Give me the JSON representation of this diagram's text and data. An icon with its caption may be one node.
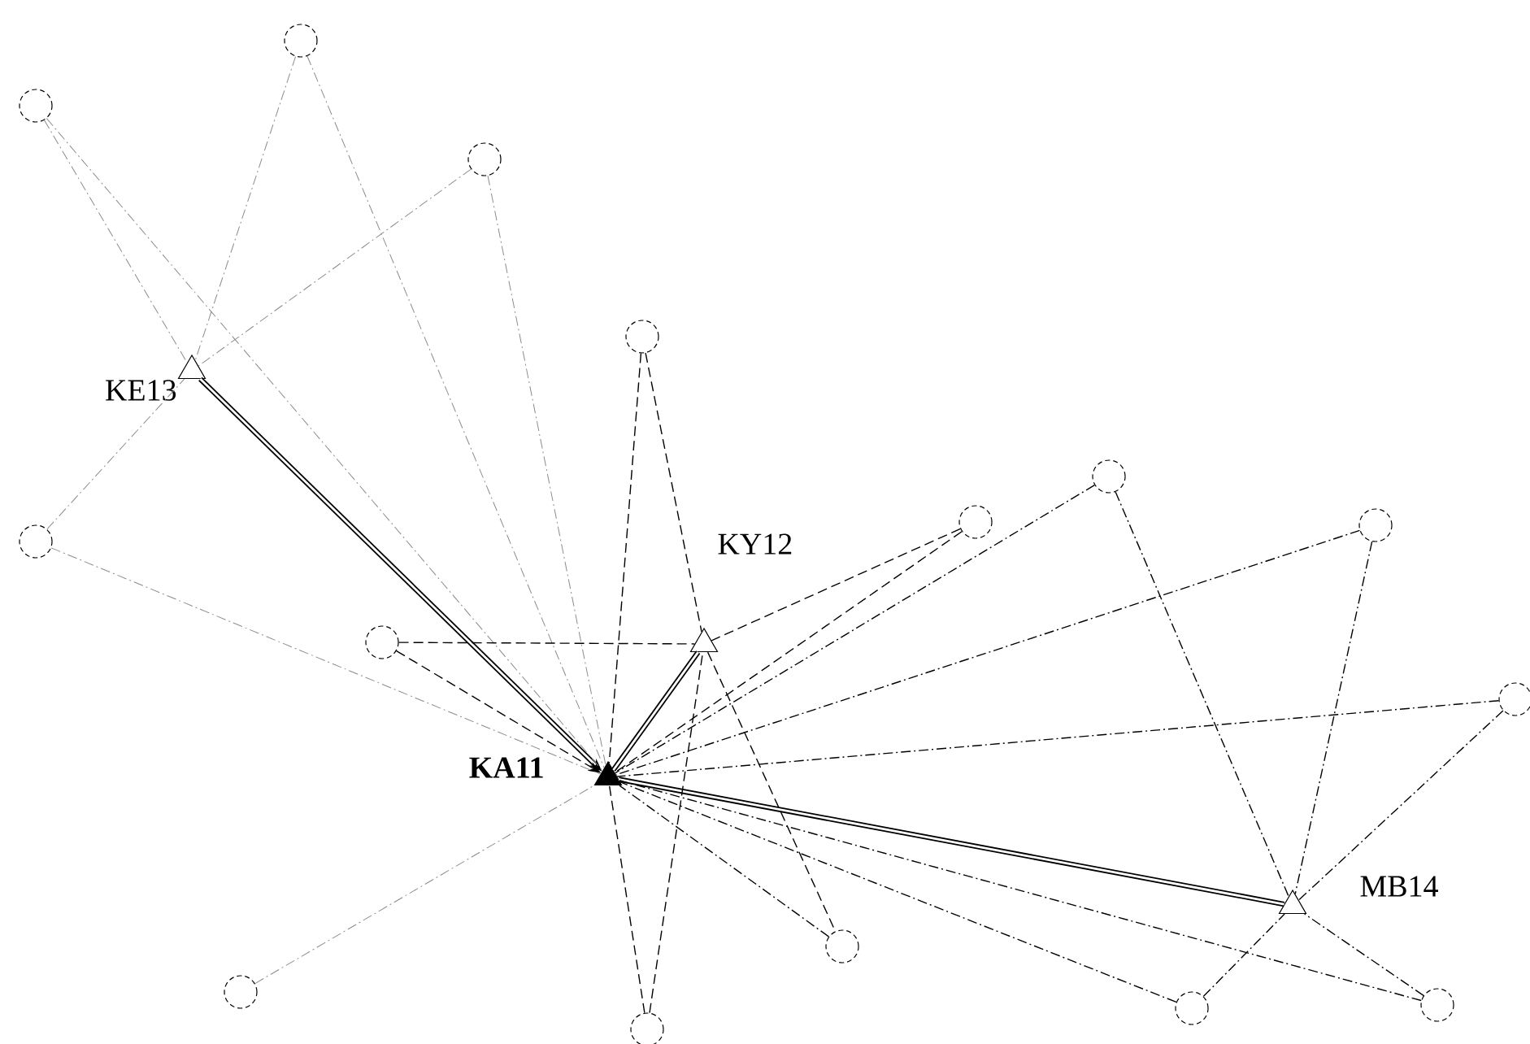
{
  "diagram": {
    "nodes": [
      {
        "text": [],
        "shape": "circle"
      },
      {
        "text": [],
        "shape": "circle"
      },
      {
        "text": [],
        "shape": "circle"
      },
      {
        "text": [],
        "shape": "circle"
      },
      {
        "text": [
          "KE13"
        ]
      },
      {
        "text": [],
        "shape": "circle"
      },
      {
        "text": [],
        "shape": "circle"
      },
      {
        "text": [],
        "shape": "circle"
      },
      {
        "text": [],
        "shape": "circle"
      },
      {
        "text": [],
        "shape": "circle"
      },
      {
        "text": [
          "KY12"
        ]
      },
      {
        "text": [],
        "shape": "circle"
      },
      {
        "text": [
          "KA11"
        ]
      },
      {
        "text": [
          "MB14"
        ]
      },
      {
        "text": [],
        "shape": "circle"
      },
      {
        "text": [],
        "shape": "circle"
      },
      {
        "text": [],
        "shape": "circle"
      },
      {
        "text": [],
        "shape": "circle"
      },
      {
        "text": [],
        "shape": "circle"
      }
    ],
    "edges": [
      {
        "from": 4,
        "to": 12,
        "arrow": "to",
        "style": "thick"
      },
      {
        "from": 10,
        "to": 12,
        "arrow": "none",
        "style": "thick"
      },
      {
        "from": 12,
        "to": 13,
        "arrow": "none",
        "style": "thick"
      },
      {
        "from": 1,
        "to": 4,
        "arrow": "none",
        "style": "dashed",
        "color": "#8c8c8c"
      },
      {
        "from": 0,
        "to": 4,
        "arrow": "none",
        "style": "dashed",
        "color": "#8c8c8c"
      },
      {
        "from": 2,
        "to": 4,
        "arrow": "none",
        "style": "dashed",
        "color": "#8c8c8c"
      },
      {
        "from": 8,
        "to": 4,
        "arrow": "none",
        "style": "dashed",
        "color": "#8c8c8c"
      },
      {
        "from": 1,
        "to": 12,
        "arrow": "none",
        "style": "dashed",
        "color": "#8c8c8c"
      },
      {
        "from": 0,
        "to": 12,
        "arrow": "none",
        "style": "dashed",
        "color": "#8c8c8c"
      },
      {
        "from": 2,
        "to": 12,
        "arrow": "none",
        "style": "dashed",
        "color": "#8c8c8c"
      },
      {
        "from": 8,
        "to": 12,
        "arrow": "none",
        "style": "dashed",
        "color": "#8c8c8c"
      },
      {
        "from": 15,
        "to": 12,
        "arrow": "none",
        "style": "dashed",
        "color": "#8c8c8c"
      },
      {
        "from": 3,
        "to": 10,
        "arrow": "none",
        "style": "dashed"
      },
      {
        "from": 3,
        "to": 12,
        "arrow": "none",
        "style": "dashed"
      },
      {
        "from": 9,
        "to": 10,
        "arrow": "none",
        "style": "dashed"
      },
      {
        "from": 9,
        "to": 12,
        "arrow": "to",
        "style": "dashed"
      },
      {
        "from": 6,
        "to": 10,
        "arrow": "none",
        "style": "dashed"
      },
      {
        "from": 6,
        "to": 12,
        "arrow": "none",
        "style": "dashed"
      },
      {
        "from": 10,
        "to": 14,
        "arrow": "none",
        "style": "dashed"
      },
      {
        "from": 18,
        "to": 10,
        "arrow": "none",
        "style": "dashed"
      },
      {
        "from": 18,
        "to": 12,
        "arrow": "none",
        "style": "dashed"
      },
      {
        "from": 5,
        "to": 12,
        "arrow": "none",
        "style": "dashed"
      },
      {
        "from": 7,
        "to": 12,
        "arrow": "none",
        "style": "dashed"
      },
      {
        "from": 11,
        "to": 12,
        "arrow": "none",
        "style": "dashed"
      },
      {
        "from": 14,
        "to": 12,
        "arrow": "none",
        "style": "dashed"
      },
      {
        "from": 17,
        "to": 12,
        "arrow": "none",
        "style": "dashed"
      },
      {
        "from": 16,
        "to": 12,
        "arrow": "none",
        "style": "dashed"
      },
      {
        "from": 5,
        "to": 13,
        "arrow": "none",
        "style": "dashed"
      },
      {
        "from": 7,
        "to": 13,
        "arrow": "none",
        "style": "dashed"
      },
      {
        "from": 11,
        "to": 13,
        "arrow": "none",
        "style": "dashed"
      },
      {
        "from": 17,
        "to": 13,
        "arrow": "none",
        "style": "dashed"
      },
      {
        "from": 16,
        "to": 13,
        "arrow": "none",
        "style": "dashed"
      }
    ]
  }
}
